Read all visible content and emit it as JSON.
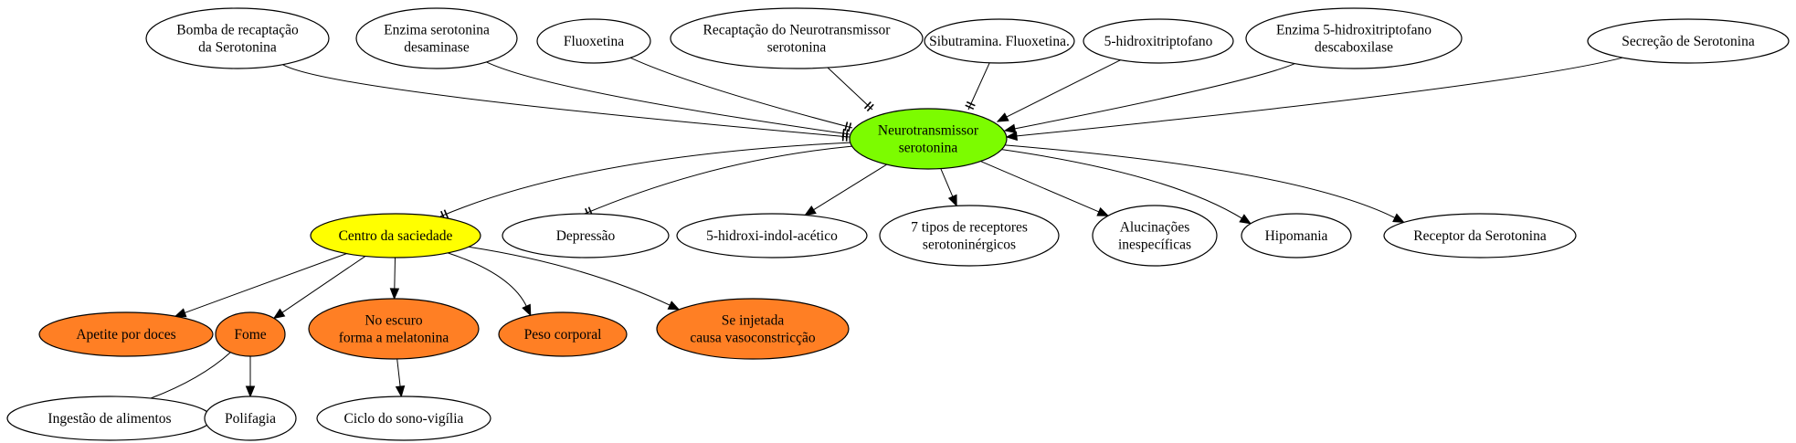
{
  "colors": {
    "default_fill": "#ffffff",
    "center_fill": "#7cfc00",
    "satiety_fill": "#ffff00",
    "effect_fill": "#ff7f24"
  },
  "nodes": {
    "bomba": {
      "lines": [
        "Bomba de recaptação",
        "da Serotonina"
      ],
      "fill": "#ffffff"
    },
    "enzima_desaminase": {
      "lines": [
        "Enzima serotonina",
        "desaminase"
      ],
      "fill": "#ffffff"
    },
    "fluoxetina": {
      "lines": [
        "Fluoxetina"
      ],
      "fill": "#ffffff"
    },
    "recaptacao": {
      "lines": [
        "Recaptação do Neurotransmissor",
        "serotonina"
      ],
      "fill": "#ffffff"
    },
    "sibutramina": {
      "lines": [
        "Sibutramina. Fluoxetina."
      ],
      "fill": "#ffffff"
    },
    "hidroxitriptofano": {
      "lines": [
        "5-hidroxitriptofano"
      ],
      "fill": "#ffffff"
    },
    "enzima_descaboxilase": {
      "lines": [
        "Enzima 5-hidroxitriptofano",
        "descaboxilase"
      ],
      "fill": "#ffffff"
    },
    "secrecao": {
      "lines": [
        "Secreção de Serotonina"
      ],
      "fill": "#ffffff"
    },
    "neuro": {
      "lines": [
        "Neurotransmissor",
        "serotonina"
      ],
      "fill": "#7cfc00"
    },
    "centro": {
      "lines": [
        "Centro da saciedade"
      ],
      "fill": "#ffff00"
    },
    "depressao": {
      "lines": [
        "Depressão"
      ],
      "fill": "#ffffff"
    },
    "hidroxiindol": {
      "lines": [
        "5-hidroxi-indol-acético"
      ],
      "fill": "#ffffff"
    },
    "tipos": {
      "lines": [
        "7 tipos de receptores",
        "serotoninérgicos"
      ],
      "fill": "#ffffff"
    },
    "alucinacoes": {
      "lines": [
        "Alucinações",
        "inespecíficas"
      ],
      "fill": "#ffffff"
    },
    "hipomania": {
      "lines": [
        "Hipomania"
      ],
      "fill": "#ffffff"
    },
    "receptor": {
      "lines": [
        "Receptor da Serotonina"
      ],
      "fill": "#ffffff"
    },
    "apetite": {
      "lines": [
        "Apetite por doces"
      ],
      "fill": "#ff7f24"
    },
    "fome": {
      "lines": [
        "Fome"
      ],
      "fill": "#ff7f24"
    },
    "escuro": {
      "lines": [
        "No escuro",
        "forma a melatonina"
      ],
      "fill": "#ff7f24"
    },
    "peso": {
      "lines": [
        "Peso corporal"
      ],
      "fill": "#ff7f24"
    },
    "injetada": {
      "lines": [
        "Se injetada",
        "causa vasoconstricção"
      ],
      "fill": "#ff7f24"
    },
    "ingestao": {
      "lines": [
        "Ingestão de alimentos"
      ],
      "fill": "#ffffff"
    },
    "polifagia": {
      "lines": [
        "Polifagia"
      ],
      "fill": "#ffffff"
    },
    "ciclo": {
      "lines": [
        "Ciclo do sono-vigília"
      ],
      "fill": "#ffffff"
    }
  },
  "edges": [
    {
      "from": "bomba",
      "to": "neuro",
      "tail": "none",
      "head": "tee"
    },
    {
      "from": "enzima_desaminase",
      "to": "neuro",
      "tail": "none",
      "head": "tee"
    },
    {
      "from": "fluoxetina",
      "to": "neuro",
      "tail": "none",
      "head": "tee"
    },
    {
      "from": "recaptacao",
      "to": "neuro",
      "tail": "none",
      "head": "tee"
    },
    {
      "from": "sibutramina",
      "to": "neuro",
      "tail": "none",
      "head": "tee"
    },
    {
      "from": "hidroxitriptofano",
      "to": "neuro",
      "tail": "none",
      "head": "arrow"
    },
    {
      "from": "enzima_descaboxilase",
      "to": "neuro",
      "tail": "none",
      "head": "arrow"
    },
    {
      "from": "secrecao",
      "to": "neuro",
      "tail": "none",
      "head": "arrow"
    },
    {
      "from": "neuro",
      "to": "centro",
      "tail": "none",
      "head": "tee"
    },
    {
      "from": "neuro",
      "to": "depressao",
      "tail": "none",
      "head": "tee"
    },
    {
      "from": "neuro",
      "to": "hidroxiindol",
      "tail": "none",
      "head": "arrow"
    },
    {
      "from": "neuro",
      "to": "tipos",
      "tail": "none",
      "head": "arrow"
    },
    {
      "from": "neuro",
      "to": "alucinacoes",
      "tail": "none",
      "head": "arrow"
    },
    {
      "from": "neuro",
      "to": "hipomania",
      "tail": "none",
      "head": "arrow"
    },
    {
      "from": "neuro",
      "to": "receptor",
      "tail": "none",
      "head": "arrow"
    },
    {
      "from": "centro",
      "to": "apetite",
      "tail": "none",
      "head": "arrow"
    },
    {
      "from": "centro",
      "to": "fome",
      "tail": "none",
      "head": "arrow"
    },
    {
      "from": "centro",
      "to": "escuro",
      "tail": "none",
      "head": "arrow"
    },
    {
      "from": "centro",
      "to": "peso",
      "tail": "none",
      "head": "arrow"
    },
    {
      "from": "centro",
      "to": "injetada",
      "tail": "none",
      "head": "arrow"
    },
    {
      "from": "fome",
      "to": "ingestao",
      "tail": "none",
      "head": "none"
    },
    {
      "from": "fome",
      "to": "polifagia",
      "tail": "none",
      "head": "arrow"
    },
    {
      "from": "escuro",
      "to": "ciclo",
      "tail": "none",
      "head": "arrow"
    }
  ]
}
